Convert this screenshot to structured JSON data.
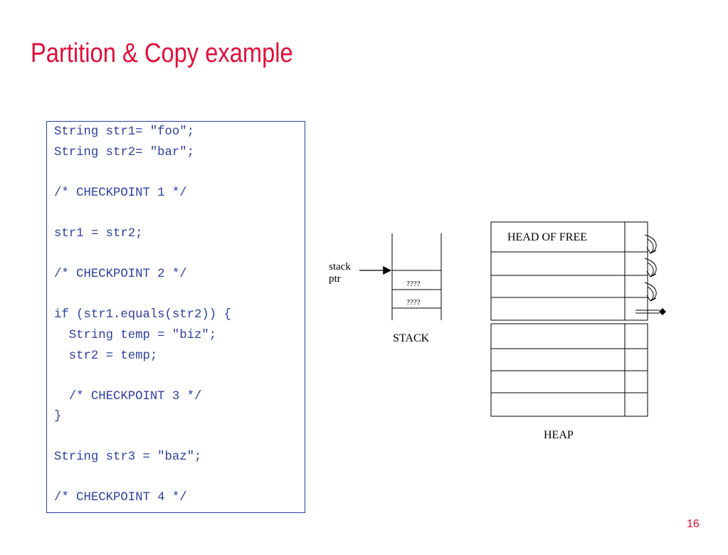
{
  "title": "Partition & Copy example",
  "code": {
    "lines": [
      "String str1= \"foo\";",
      "String str2= \"bar\";",
      "",
      "/* CHECKPOINT 1 */",
      "",
      "str1 = str2;",
      "",
      "/* CHECKPOINT 2 */",
      "",
      "if (str1.equals(str2)) {",
      "  String temp = \"biz\";",
      "  str2 = temp;",
      "",
      "  /* CHECKPOINT 3 */",
      "}",
      "",
      "String str3 = \"baz\";",
      "",
      "/* CHECKPOINT 4 */"
    ]
  },
  "stack": {
    "pointer_label_line1": "stack",
    "pointer_label_line2": "ptr",
    "cells": [
      "????",
      "????"
    ],
    "caption": "STACK"
  },
  "heap": {
    "head_label": "HEAD OF FREE",
    "caption": "HEAP"
  },
  "page_number": "16"
}
